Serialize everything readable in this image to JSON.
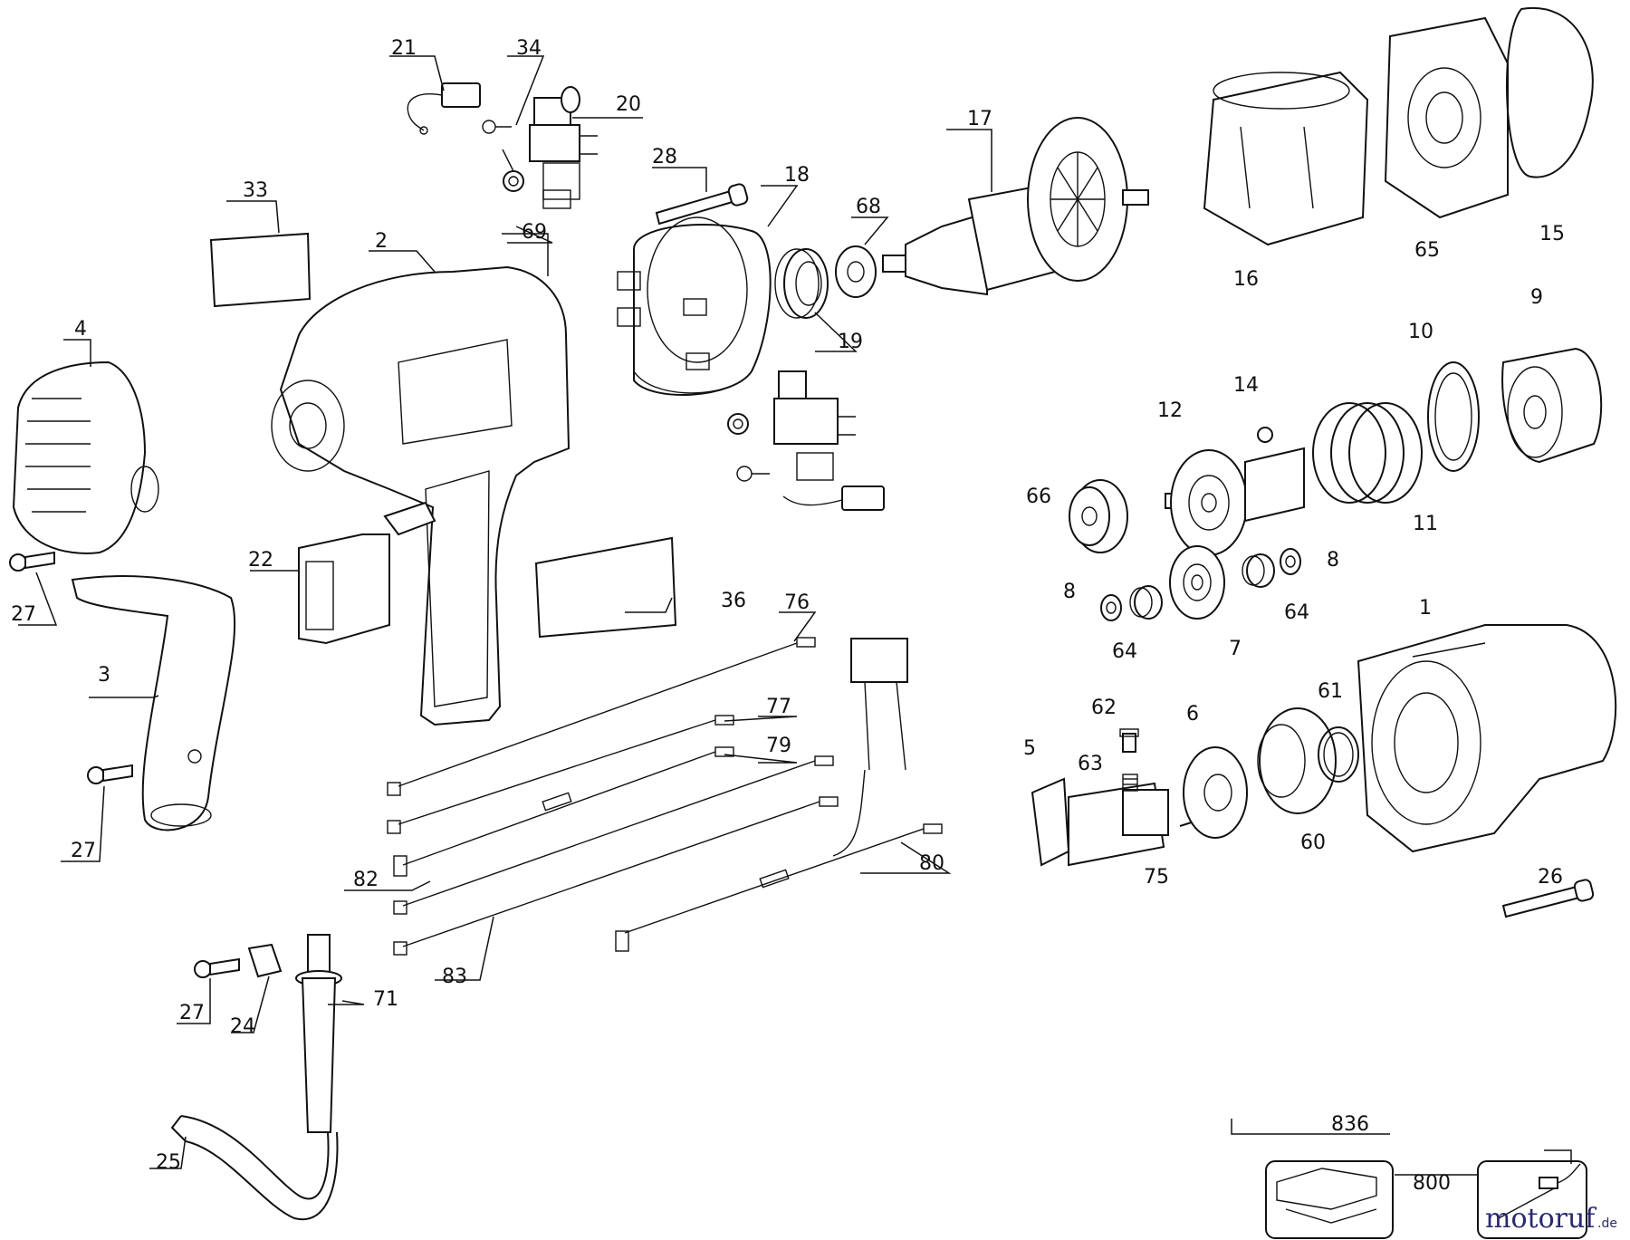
{
  "part_labels": {
    "p1": "1",
    "p2": "2",
    "p3": "3",
    "p4": "4",
    "p5": "5",
    "p6": "6",
    "p7": "7",
    "p8a": "8",
    "p8b": "8",
    "p9": "9",
    "p10": "10",
    "p11": "11",
    "p12": "12",
    "p14": "14",
    "p15": "15",
    "p16": "16",
    "p17": "17",
    "p18": "18",
    "p19": "19",
    "p20": "20",
    "p21": "21",
    "p22": "22",
    "p24": "24",
    "p25": "25",
    "p26": "26",
    "p27a": "27",
    "p27b": "27",
    "p27c": "27",
    "p28": "28",
    "p33": "33",
    "p34": "34",
    "p36": "36",
    "p60": "60",
    "p61": "61",
    "p62": "62",
    "p63": "63",
    "p64a": "64",
    "p64b": "64",
    "p65": "65",
    "p66": "66",
    "p68": "68",
    "p69": "69",
    "p71": "71",
    "p75": "75",
    "p76": "76",
    "p77": "77",
    "p79": "79",
    "p80": "80",
    "p82": "82",
    "p83": "83",
    "p800": "800",
    "p836": "836"
  },
  "watermark": {
    "brand": "motoruf",
    "tld": ".de"
  }
}
